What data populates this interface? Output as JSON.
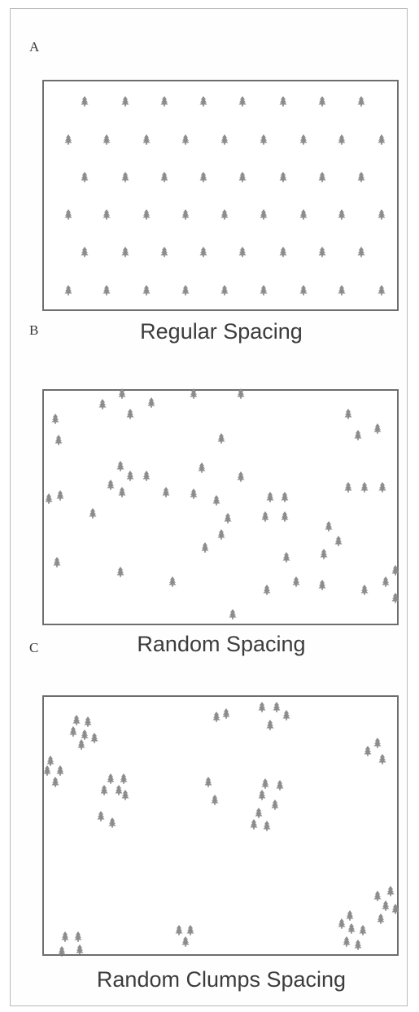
{
  "panels": [
    {
      "letter": "A",
      "caption": "Regular Spacing",
      "trees": [
        [
          104,
          124
        ],
        [
          154,
          124
        ],
        [
          202,
          124
        ],
        [
          250,
          124
        ],
        [
          298,
          124
        ],
        [
          348,
          124
        ],
        [
          396,
          124
        ],
        [
          444,
          124
        ],
        [
          84,
          171
        ],
        [
          131,
          171
        ],
        [
          180,
          171
        ],
        [
          228,
          171
        ],
        [
          276,
          171
        ],
        [
          324,
          171
        ],
        [
          373,
          171
        ],
        [
          420,
          171
        ],
        [
          469,
          171
        ],
        [
          104,
          217
        ],
        [
          154,
          217
        ],
        [
          202,
          217
        ],
        [
          250,
          217
        ],
        [
          298,
          217
        ],
        [
          348,
          217
        ],
        [
          396,
          217
        ],
        [
          444,
          217
        ],
        [
          84,
          263
        ],
        [
          131,
          263
        ],
        [
          180,
          263
        ],
        [
          228,
          263
        ],
        [
          276,
          263
        ],
        [
          324,
          263
        ],
        [
          373,
          263
        ],
        [
          420,
          263
        ],
        [
          469,
          263
        ],
        [
          104,
          309
        ],
        [
          154,
          309
        ],
        [
          202,
          309
        ],
        [
          250,
          309
        ],
        [
          298,
          309
        ],
        [
          348,
          309
        ],
        [
          396,
          309
        ],
        [
          444,
          309
        ],
        [
          84,
          356
        ],
        [
          131,
          356
        ],
        [
          180,
          356
        ],
        [
          228,
          356
        ],
        [
          276,
          356
        ],
        [
          324,
          356
        ],
        [
          373,
          356
        ],
        [
          420,
          356
        ],
        [
          469,
          356
        ]
      ]
    },
    {
      "letter": "B",
      "caption": "Random Spacing",
      "trees": [
        [
          150,
          483
        ],
        [
          238,
          483
        ],
        [
          296,
          483
        ],
        [
          126,
          496
        ],
        [
          186,
          494
        ],
        [
          160,
          508
        ],
        [
          68,
          514
        ],
        [
          72,
          540
        ],
        [
          428,
          508
        ],
        [
          440,
          534
        ],
        [
          464,
          526
        ],
        [
          272,
          538
        ],
        [
          148,
          572
        ],
        [
          160,
          584
        ],
        [
          180,
          584
        ],
        [
          248,
          574
        ],
        [
          136,
          595
        ],
        [
          150,
          604
        ],
        [
          204,
          604
        ],
        [
          238,
          606
        ],
        [
          296,
          585
        ],
        [
          60,
          612
        ],
        [
          74,
          608
        ],
        [
          114,
          630
        ],
        [
          266,
          614
        ],
        [
          332,
          610
        ],
        [
          350,
          610
        ],
        [
          428,
          598
        ],
        [
          448,
          598
        ],
        [
          470,
          598
        ],
        [
          280,
          636
        ],
        [
          326,
          634
        ],
        [
          350,
          634
        ],
        [
          404,
          646
        ],
        [
          272,
          656
        ],
        [
          416,
          664
        ],
        [
          252,
          672
        ],
        [
          398,
          680
        ],
        [
          352,
          684
        ],
        [
          70,
          690
        ],
        [
          148,
          702
        ],
        [
          212,
          714
        ],
        [
          364,
          714
        ],
        [
          486,
          700
        ],
        [
          474,
          714
        ],
        [
          486,
          734
        ],
        [
          328,
          724
        ],
        [
          396,
          718
        ],
        [
          448,
          724
        ],
        [
          286,
          754
        ]
      ]
    },
    {
      "letter": "C",
      "caption": "Random Clumps Spacing",
      "trees": [
        [
          94,
          884
        ],
        [
          108,
          886
        ],
        [
          90,
          898
        ],
        [
          104,
          902
        ],
        [
          116,
          906
        ],
        [
          100,
          914
        ],
        [
          62,
          934
        ],
        [
          58,
          946
        ],
        [
          74,
          946
        ],
        [
          68,
          960
        ],
        [
          136,
          956
        ],
        [
          152,
          956
        ],
        [
          128,
          970
        ],
        [
          146,
          970
        ],
        [
          154,
          976
        ],
        [
          124,
          1002
        ],
        [
          138,
          1010
        ],
        [
          256,
          960
        ],
        [
          264,
          982
        ],
        [
          266,
          880
        ],
        [
          278,
          876
        ],
        [
          322,
          868
        ],
        [
          340,
          868
        ],
        [
          352,
          878
        ],
        [
          332,
          890
        ],
        [
          326,
          962
        ],
        [
          344,
          964
        ],
        [
          322,
          976
        ],
        [
          338,
          988
        ],
        [
          318,
          998
        ],
        [
          312,
          1012
        ],
        [
          328,
          1014
        ],
        [
          464,
          912
        ],
        [
          452,
          922
        ],
        [
          470,
          932
        ],
        [
          80,
          1150
        ],
        [
          96,
          1150
        ],
        [
          76,
          1168
        ],
        [
          98,
          1166
        ],
        [
          220,
          1142
        ],
        [
          234,
          1142
        ],
        [
          228,
          1156
        ],
        [
          430,
          1124
        ],
        [
          420,
          1134
        ],
        [
          432,
          1140
        ],
        [
          446,
          1142
        ],
        [
          426,
          1156
        ],
        [
          440,
          1160
        ],
        [
          464,
          1100
        ],
        [
          480,
          1094
        ],
        [
          474,
          1112
        ],
        [
          486,
          1116
        ],
        [
          468,
          1128
        ]
      ]
    }
  ],
  "colors": {
    "tree": "#8c8c8c",
    "border": "#6d6d6d",
    "frame": "#b9b9b9"
  }
}
